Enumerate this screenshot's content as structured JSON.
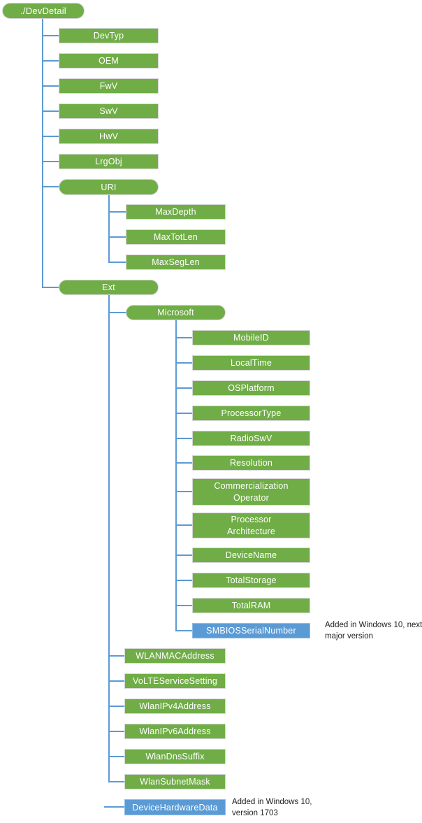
{
  "diagram": {
    "colors": {
      "node_green": "#70AD47",
      "node_blue": "#5B9BD5",
      "connector_blue": "#5B9BD5",
      "node_text": "#FFFFFF",
      "annotation_text": "#1F1F1F"
    },
    "nodes": [
      {
        "id": "devdetail",
        "label": "./DevDetail",
        "shape": "pill",
        "color": "green"
      },
      {
        "id": "devtyp",
        "label": "DevTyp",
        "shape": "rect",
        "color": "green"
      },
      {
        "id": "oem",
        "label": "OEM",
        "shape": "rect",
        "color": "green"
      },
      {
        "id": "fwv",
        "label": "FwV",
        "shape": "rect",
        "color": "green"
      },
      {
        "id": "swv",
        "label": "SwV",
        "shape": "rect",
        "color": "green"
      },
      {
        "id": "hwv",
        "label": "HwV",
        "shape": "rect",
        "color": "green"
      },
      {
        "id": "lrgobj",
        "label": "LrgObj",
        "shape": "rect",
        "color": "green"
      },
      {
        "id": "uri",
        "label": "URI",
        "shape": "pill",
        "color": "green"
      },
      {
        "id": "maxdepth",
        "label": "MaxDepth",
        "shape": "rect",
        "color": "green"
      },
      {
        "id": "maxtotlen",
        "label": "MaxTotLen",
        "shape": "rect",
        "color": "green"
      },
      {
        "id": "maxseglen",
        "label": "MaxSegLen",
        "shape": "rect",
        "color": "green"
      },
      {
        "id": "ext",
        "label": "Ext",
        "shape": "pill",
        "color": "green"
      },
      {
        "id": "microsoft",
        "label": "Microsoft",
        "shape": "pill",
        "color": "green"
      },
      {
        "id": "mobileid",
        "label": "MobileID",
        "shape": "rect",
        "color": "green"
      },
      {
        "id": "localtime",
        "label": "LocalTime",
        "shape": "rect",
        "color": "green"
      },
      {
        "id": "osplatform",
        "label": "OSPlatform",
        "shape": "rect",
        "color": "green"
      },
      {
        "id": "processortype",
        "label": "ProcessorType",
        "shape": "rect",
        "color": "green"
      },
      {
        "id": "radioswv",
        "label": "RadioSwV",
        "shape": "rect",
        "color": "green"
      },
      {
        "id": "resolution",
        "label": "Resolution",
        "shape": "rect",
        "color": "green"
      },
      {
        "id": "commercializationoperator",
        "label": "Commercialization Operator",
        "shape": "rect",
        "color": "green"
      },
      {
        "id": "processorarchitecture",
        "label": "Processor Architecture",
        "shape": "rect",
        "color": "green"
      },
      {
        "id": "devicename",
        "label": "DeviceName",
        "shape": "rect",
        "color": "green"
      },
      {
        "id": "totalstorage",
        "label": "TotalStorage",
        "shape": "rect",
        "color": "green"
      },
      {
        "id": "totalram",
        "label": "TotalRAM",
        "shape": "rect",
        "color": "green"
      },
      {
        "id": "smbiosserialnumber",
        "label": "SMBIOSSerialNumber",
        "shape": "rect",
        "color": "blue"
      },
      {
        "id": "wlanmacaddress",
        "label": "WLANMACAddress",
        "shape": "rect",
        "color": "green"
      },
      {
        "id": "voltservicesetting",
        "label": "VoLTEServiceSetting",
        "shape": "rect",
        "color": "green"
      },
      {
        "id": "wlanipv4address",
        "label": "WlanIPv4Address",
        "shape": "rect",
        "color": "green"
      },
      {
        "id": "wlanipv6address",
        "label": "WlanIPv6Address",
        "shape": "rect",
        "color": "green"
      },
      {
        "id": "wlandnssuffix",
        "label": "WlanDnsSuffix",
        "shape": "rect",
        "color": "green"
      },
      {
        "id": "wlansubnetmask",
        "label": "WlanSubnetMask",
        "shape": "rect",
        "color": "green"
      },
      {
        "id": "devicehardwaredata",
        "label": "DeviceHardwareData",
        "shape": "rect",
        "color": "blue"
      }
    ],
    "annotations": [
      {
        "id": "smbios-note",
        "text": "Added in Windows 10, next major version"
      },
      {
        "id": "devicehardwaredata-note",
        "text": "Added in Windows 10, version 1703"
      }
    ]
  }
}
